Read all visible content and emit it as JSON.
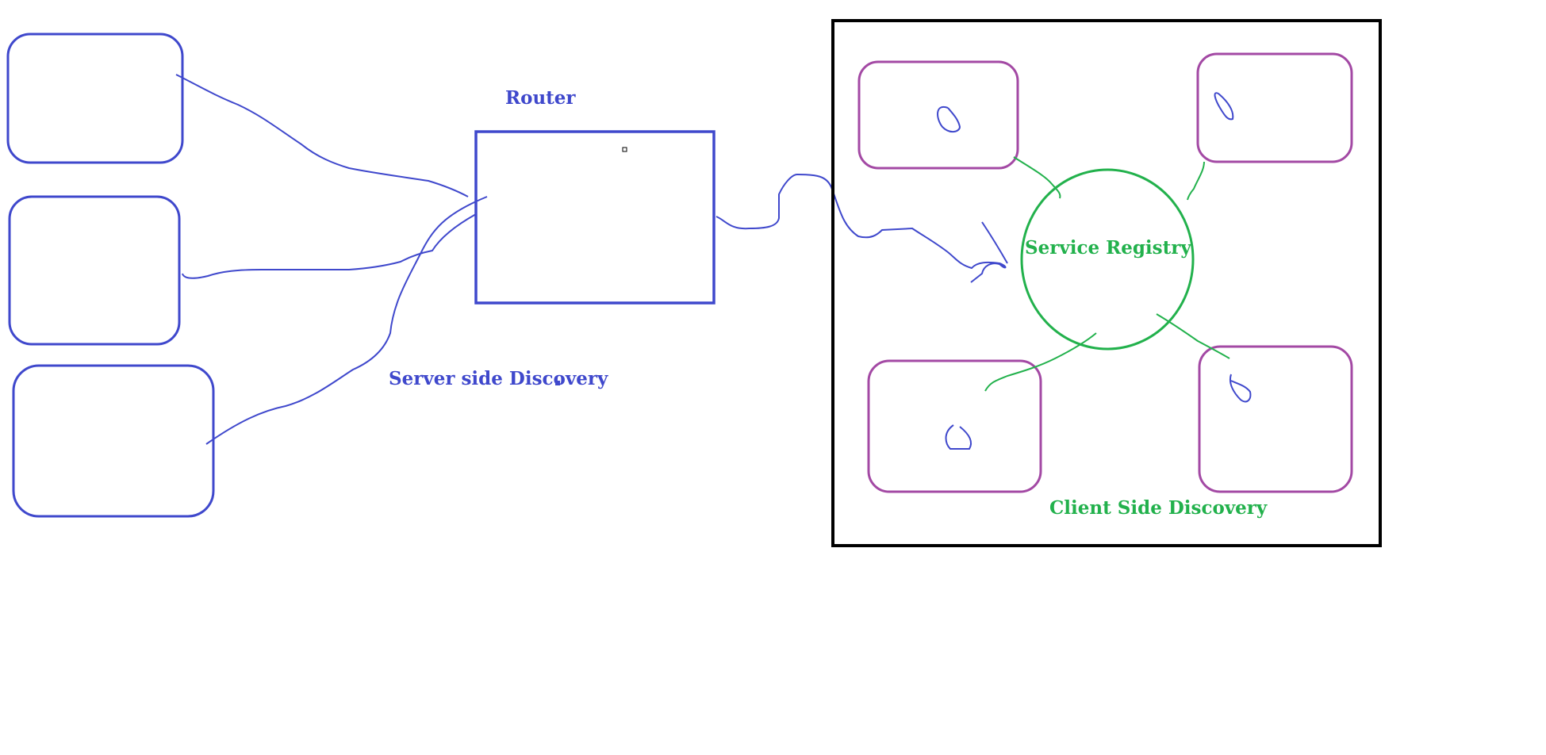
{
  "labels": {
    "router": "Router",
    "server_side": "Server side Discovery",
    "service_registry": "Service Registry",
    "client_side": "Client Side Discovery"
  },
  "colors": {
    "blue": "#3f48cc",
    "green": "#22b14c",
    "purple": "#a349a4",
    "black": "#000000"
  }
}
